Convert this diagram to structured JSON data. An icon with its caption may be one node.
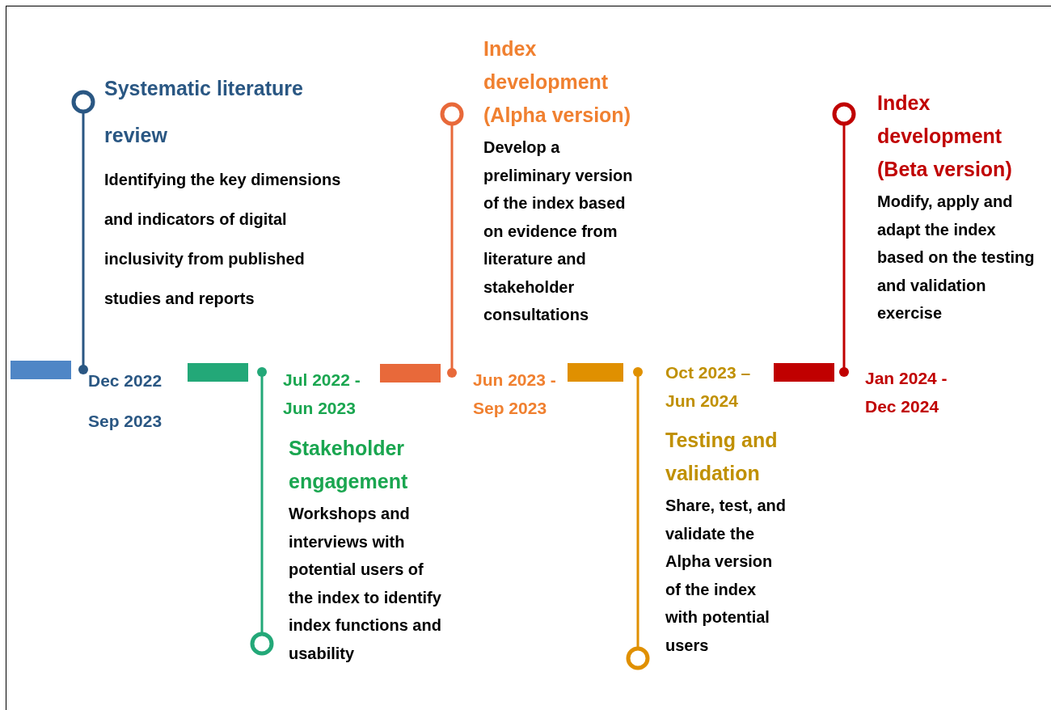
{
  "diagram": {
    "nodes": [
      {
        "text": [
          "Systematic literature review",
          "Identifying the key dimensions and indicators of digital inclusivity from published studies and reports"
        ]
      },
      {
        "text": [
          "Stakeholder engagement",
          "Workshops and interviews with potential users of the index to identify index functions and usability"
        ]
      },
      {
        "text": [
          "Index development (Alpha version)",
          "Develop a preliminary version of the index based on evidence from literature and stakeholder consultations"
        ]
      },
      {
        "text": [
          "Testing and validation",
          "Share, test, and validate the Alpha version of the index with potential users"
        ]
      },
      {
        "text": [
          "Index development (Beta version)",
          "Modify, apply and adapt the index based on the testing and validation exercise"
        ]
      },
      {
        "text": [],
        "shape": "bar"
      },
      {
        "text": [],
        "shape": "bar"
      },
      {
        "text": [],
        "shape": "bar"
      },
      {
        "text": [],
        "shape": "bar"
      },
      {
        "text": [],
        "shape": "bar"
      }
    ],
    "edges": [
      {
        "from": 5,
        "to": 0,
        "arrow": "other",
        "color": "#2a5783"
      },
      {
        "from": 6,
        "to": 1,
        "arrow": "other",
        "color": "#23a878"
      },
      {
        "from": 7,
        "to": 2,
        "arrow": "other",
        "color": "#e8693a"
      },
      {
        "from": 8,
        "to": 3,
        "arrow": "other",
        "color": "#e09000"
      },
      {
        "from": 9,
        "to": 4,
        "arrow": "other",
        "color": "#c00000"
      }
    ],
    "labels": [
      "Dec 2022 Sep 2023",
      "Jul 2022 - Jun 2023",
      "Jun 2023 - Sep 2023",
      "Oct 2023 – Jun 2024",
      "Jan 2024 - Dec 2024"
    ]
  }
}
